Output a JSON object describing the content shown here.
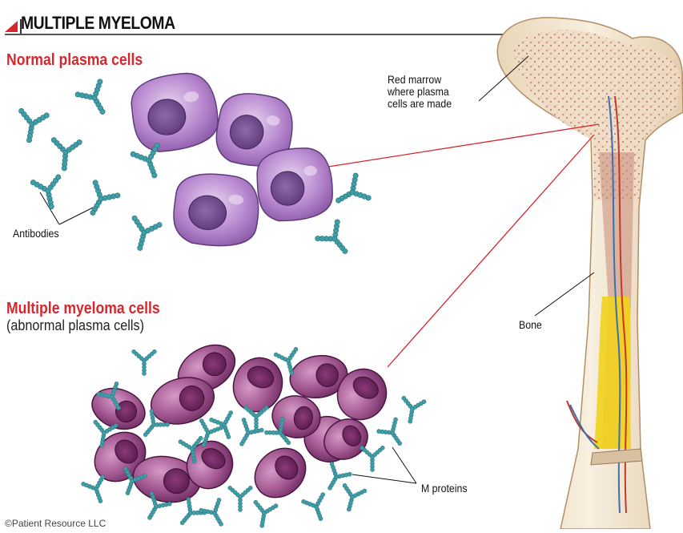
{
  "header": {
    "title": "MULTIPLE MYELOMA",
    "accent_color": "#d7262c"
  },
  "sections": {
    "normal": "Normal plasma cells",
    "myeloma_title": "Multiple myeloma cells",
    "myeloma_subtitle": "(abnormal plasma cells)"
  },
  "labels": {
    "antibodies": "Antibodies",
    "red_marrow": "Red marrow\nwhere plasma\ncells are made",
    "bone": "Bone",
    "m_proteins": "M proteins"
  },
  "footer": {
    "copyright": "©Patient Resource LLC"
  },
  "colors": {
    "normal_cell": "#b98ad0",
    "myeloma_cell": "#a0558e",
    "antibody": "#3f9fa8",
    "bone": "#f3e5cf",
    "marrow": "#c98a7a",
    "yellow_marrow": "#f2d21c",
    "pointer_line": "#d7262c"
  }
}
